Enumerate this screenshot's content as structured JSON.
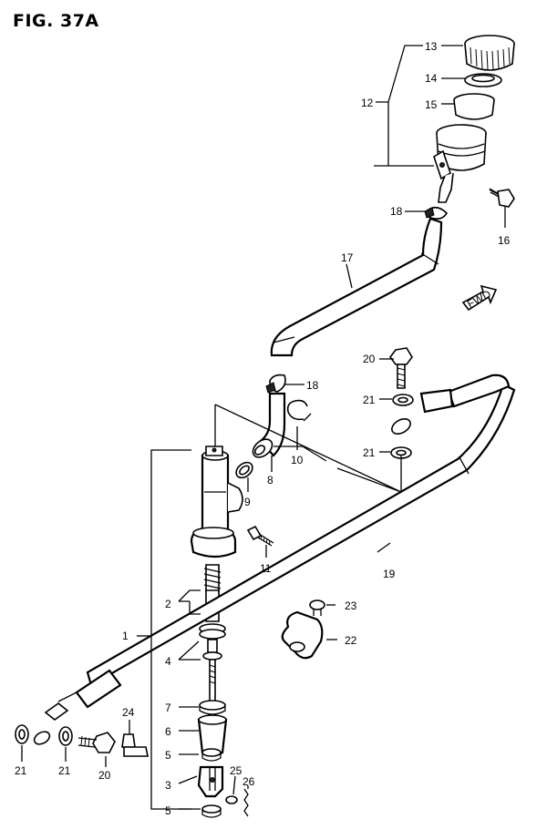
{
  "figure": {
    "title": "FIG. 37A"
  },
  "fwd_label": "FWD",
  "callouts": {
    "p1": "1",
    "p2": "2",
    "p3": "3",
    "p4": "4",
    "p5a": "5",
    "p5b": "5",
    "p6": "6",
    "p7": "7",
    "p8": "8",
    "p9": "9",
    "p10": "10",
    "p11": "11",
    "p12": "12",
    "p13": "13",
    "p14": "14",
    "p15": "15",
    "p16": "16",
    "p17": "17",
    "p18a": "18",
    "p18b": "18",
    "p19": "19",
    "p20a": "20",
    "p20b": "20",
    "p21a": "21",
    "p21b": "21",
    "p21c": "21",
    "p21d": "21",
    "p22": "22",
    "p23": "23",
    "p24": "24",
    "p25": "25",
    "p26": "26"
  }
}
